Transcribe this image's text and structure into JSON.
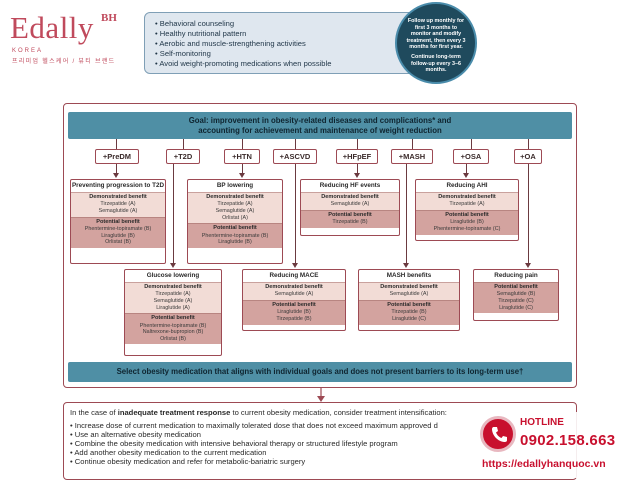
{
  "logo": {
    "brand": "Edally",
    "superscript": "BH",
    "sub": "KOREA",
    "tagline": "프리미엄 헬스케어 / 뷰티 브랜드"
  },
  "top_box": {
    "items": [
      "Behavioral counseling",
      "Healthy nutritional pattern",
      "Aerobic and muscle-strengthening activities",
      "Self-monitoring",
      "Avoid weight-promoting medications when possible"
    ]
  },
  "follow_up": {
    "line1": "Follow up monthly for first 3 months to monitor and modify treatment, then every 3 months for first year.",
    "line2": "Continue long-term follow-up every 3–6 months."
  },
  "goal": {
    "line1": "Goal: improvement in obesity-related diseases and complications* and",
    "line2": "accounting for achievement and maintenance of weight reduction"
  },
  "conditions": [
    "+PreDM",
    "+T2D",
    "+HTN",
    "+ASCVD",
    "+HFpEF",
    "+MASH",
    "+OSA",
    "+OA"
  ],
  "panels": {
    "predm": {
      "title": "Preventing progression to T2D",
      "demo_title": "Demonstrated benefit",
      "demo": [
        "Tirzepatide (A)",
        "Semaglutide (A)"
      ],
      "pot_title": "Potential benefit",
      "pot": [
        "Phentermine-topiramate (B)",
        "Liraglutide (B)",
        "Orlistat (B)"
      ]
    },
    "bp": {
      "title": "BP lowering",
      "demo_title": "Demonstrated benefit",
      "demo": [
        "Tirzepatide (A)",
        "Semaglutide (A)",
        "Orlistat (A)"
      ],
      "pot_title": "Potential benefit",
      "pot": [
        "Phentermine-topiramate (B)",
        "Liraglutide (B)"
      ]
    },
    "hf": {
      "title": "Reducing HF events",
      "demo_title": "Demonstrated benefit",
      "demo": [
        "Semaglutide (A)"
      ],
      "pot_title": "Potential benefit",
      "pot": [
        "Tirzepatide (B)"
      ]
    },
    "ahi": {
      "title": "Reducing AHI",
      "demo_title": "Demonstrated benefit",
      "demo": [
        "Tirzepatide (A)"
      ],
      "pot_title": "Potential benefit",
      "pot": [
        "Liraglutide (B)",
        "Phentermine-topiramate (C)"
      ]
    },
    "glucose": {
      "title": "Glucose lowering",
      "demo_title": "Demonstrated benefit",
      "demo": [
        "Tirzepatide (A)",
        "Semaglutide (A)",
        "Liraglutide (A)"
      ],
      "pot_title": "Potential benefit",
      "pot": [
        "Phentermine-topiramate (B)",
        "Naltrexone-bupropion (B)",
        "Orlistat (B)"
      ]
    },
    "mace": {
      "title": "Reducing MACE",
      "demo_title": "Demonstrated benefit",
      "demo": [
        "Semaglutide (A)"
      ],
      "pot_title": "Potential benefit",
      "pot": [
        "Liraglutide (B)",
        "Tirzepatide (B)"
      ]
    },
    "mash": {
      "title": "MASH benefits",
      "demo_title": "Demonstrated benefit",
      "demo": [
        "Semaglutide (A)"
      ],
      "pot_title": "Potential benefit",
      "pot": [
        "Tirzepatide (B)",
        "Liraglutide (C)"
      ]
    },
    "pain": {
      "title": "Reducing pain",
      "pot_title": "Potential benefit",
      "pot": [
        "Semaglutide (B)",
        "Tirzepatide (C)",
        "Liraglutide (C)"
      ]
    }
  },
  "select_bar": "Select obesity medication that aligns with individual goals and does not present barriers to its long-term use†",
  "inadequate": {
    "lead_prefix": "In the case of ",
    "lead_bold": "inadequate treatment response",
    "lead_suffix": " to current obesity medication, consider treatment intensification:",
    "items": [
      "Increase dose of current medication to maximally tolerated dose that does not exceed maximum approved d",
      "Use an alternative obesity medication",
      "Combine the obesity medication with intensive behavioral therapy or structured lifestyle program",
      "Add another obesity medication to the current medication",
      "Continue obesity medication and refer for metabolic-bariatric surgery"
    ]
  },
  "hotline": {
    "label": "HOTLINE",
    "number": "0902.158.663",
    "url": "https://edallyhanquoc.vn"
  },
  "colors": {
    "accent_teal": "#4f8fa5",
    "border_maroon": "#9d4a54",
    "demo_fill": "#f2dcd6",
    "potential_fill": "#d3a39f",
    "hotline_red": "#c8102e"
  }
}
